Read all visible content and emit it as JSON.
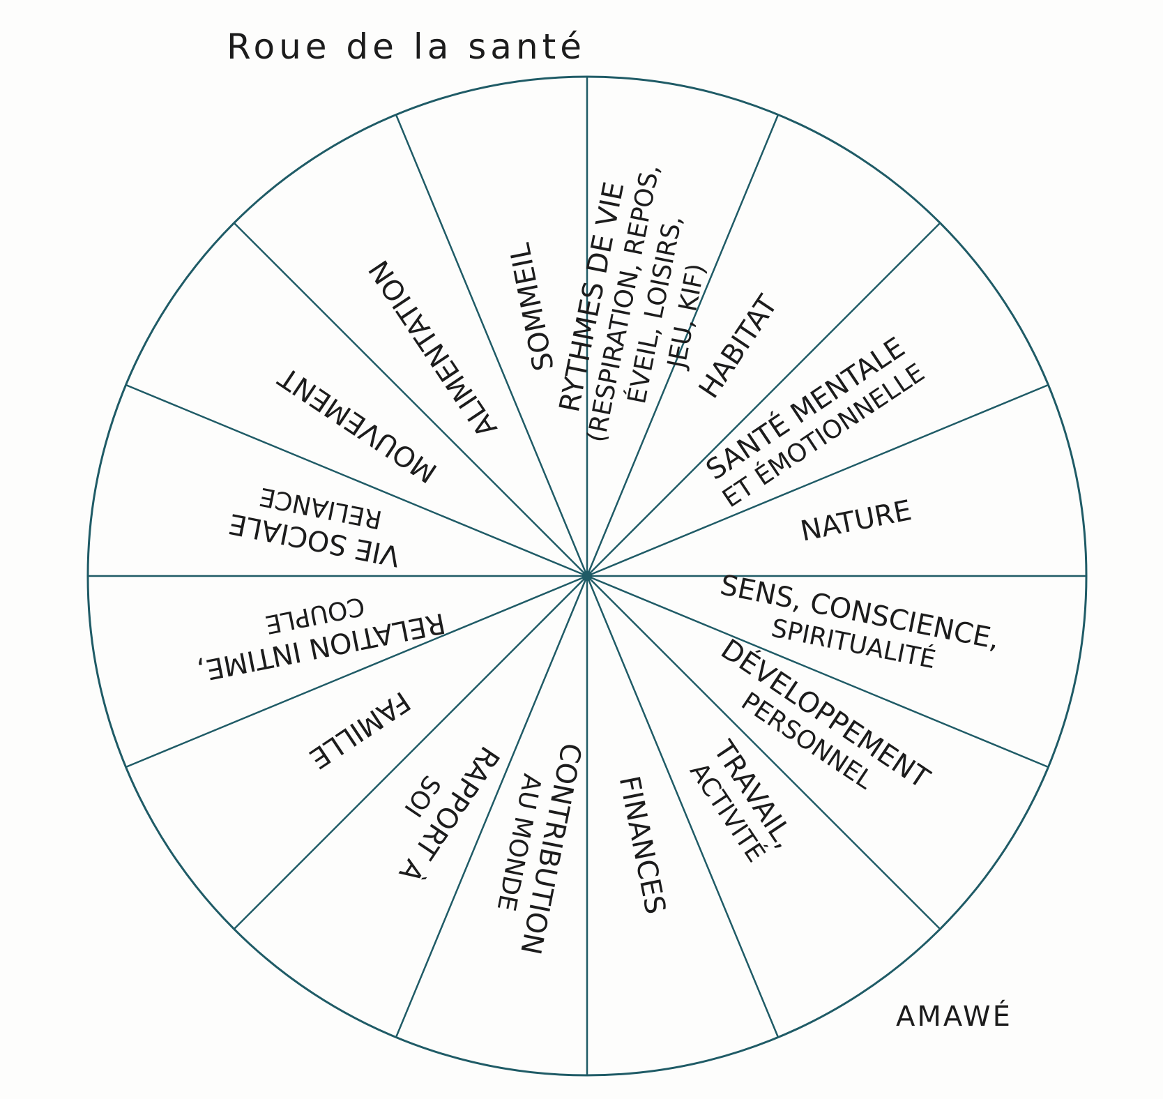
{
  "title": "Roue de la santé",
  "signature": "AMAWÉ",
  "colors": {
    "wheel_line": "#1f5b66",
    "text": "#1c1c1c",
    "paper": "#fdfdfc"
  },
  "segments": [
    {
      "lines": [
        "RYTHMES DE VIE",
        "(respiration, repos,",
        "éveil, loisirs,",
        "jeu, kif)"
      ]
    },
    {
      "lines": [
        "HABITAT"
      ]
    },
    {
      "lines": [
        "SANTÉ MENTALE",
        "ET ÉMOTIONNELLE"
      ]
    },
    {
      "lines": [
        "NATURE"
      ]
    },
    {
      "lines": [
        "SENS, CONSCIENCE,",
        "SPIRITUALITÉ"
      ]
    },
    {
      "lines": [
        "DÉVELOPPEMENT",
        "PERSONNEL"
      ]
    },
    {
      "lines": [
        "TRAVAIL,",
        "ACTIVITÉ"
      ]
    },
    {
      "lines": [
        "FINANCES"
      ]
    },
    {
      "lines": [
        "CONTRIBUTION",
        "AU MONDE"
      ]
    },
    {
      "lines": [
        "RAPPORT À",
        "SOI"
      ]
    },
    {
      "lines": [
        "FAMILLE"
      ]
    },
    {
      "lines": [
        "RELATION INTIME,",
        "COUPLE"
      ]
    },
    {
      "lines": [
        "VIE SOCIALE",
        "RELIANCE"
      ]
    },
    {
      "lines": [
        "MOUVEMENT"
      ]
    },
    {
      "lines": [
        "ALIMENTATION"
      ]
    },
    {
      "lines": [
        "SOMMEIL"
      ]
    }
  ]
}
